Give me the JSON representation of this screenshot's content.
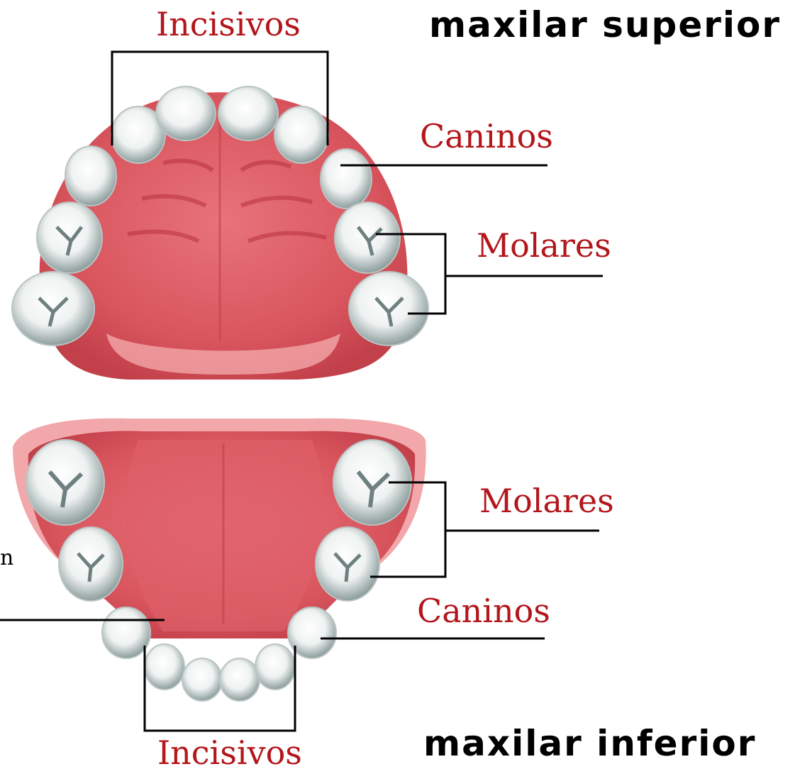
{
  "upper_jaw": {
    "title": "maxilar superior",
    "incisors_label": "Incisivos",
    "canines_label": "Caninos",
    "molars_label": "Molares"
  },
  "lower_jaw": {
    "title": "maxilar inferior",
    "incisors_label": "Incisivos",
    "canines_label": "Caninos",
    "molars_label": "Molares",
    "clipped_label_fragment": "n"
  },
  "colors": {
    "label_red": "#b3161b",
    "gum": "#d9555e",
    "gum_light": "#f2a7aa",
    "tooth": "#ffffff",
    "tooth_shadow": "#7f8f8f"
  }
}
